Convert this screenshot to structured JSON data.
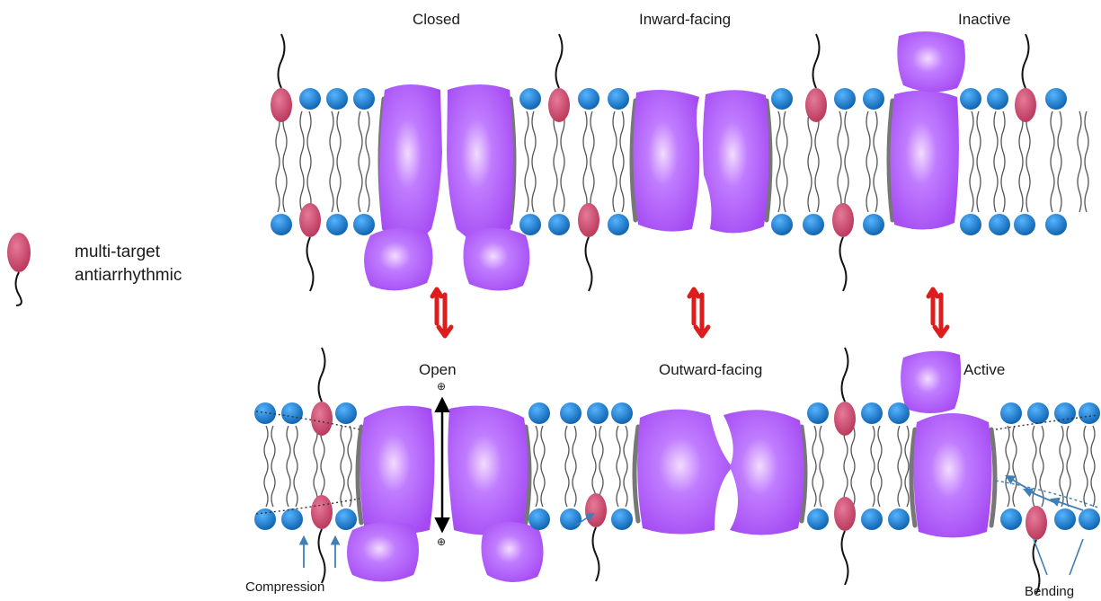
{
  "legend": {
    "line1": "multi-target",
    "line2": "antiarrhythmic",
    "icon": "drug-molecule-icon"
  },
  "states": {
    "closed": "Closed",
    "inward_facing": "Inward-facing",
    "inactive": "Inactive",
    "open": "Open",
    "outward_facing": "Outward-facing",
    "active": "Active"
  },
  "annotations": {
    "compression": "Compression",
    "bending": "Bending",
    "plus_top": "⊕",
    "plus_bottom": "⊕"
  },
  "colors": {
    "protein": "#a855f7",
    "protein_light": "#d39cff",
    "lipid_head": "#1779c7",
    "drug": "#cc4466",
    "equilibrium_arrow": "#dd1d1d",
    "wall": "#777777",
    "tail": "#555555",
    "bend_arrow": "#3f7fb3"
  }
}
